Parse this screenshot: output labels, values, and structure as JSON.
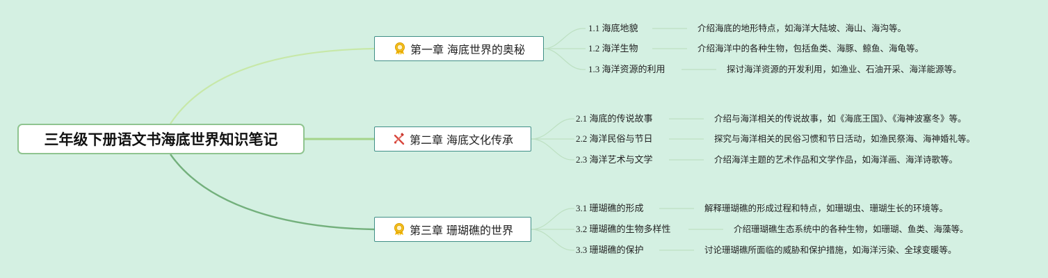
{
  "root": {
    "title": "三年级下册语文书海底世界知识笔记"
  },
  "chapters": [
    {
      "title": "第一章 海底世界的奥秘",
      "icon": "award-medal-icon",
      "sections": [
        {
          "title": "1.1 海底地貌",
          "desc": "介绍海底的地形特点，如海洋大陆坡、海山、海沟等。"
        },
        {
          "title": "1.2 海洋生物",
          "desc": "介绍海洋中的各种生物，包括鱼类、海豚、鲸鱼、海龟等。"
        },
        {
          "title": "1.3 海洋资源的利用",
          "desc": "探讨海洋资源的开发利用，如渔业、石油开采、海洋能源等。"
        }
      ]
    },
    {
      "title": "第二章 海底文化传承",
      "icon": "crossed-tools-icon",
      "sections": [
        {
          "title": "2.1 海底的传说故事",
          "desc": "介绍与海洋相关的传说故事，如《海底王国》、《海神波塞冬》等。"
        },
        {
          "title": "2.2 海洋民俗与节日",
          "desc": "探究与海洋相关的民俗习惯和节日活动，如渔民祭海、海神婚礼等。"
        },
        {
          "title": "2.3 海洋艺术与文学",
          "desc": "介绍海洋主题的艺术作品和文学作品，如海洋画、海洋诗歌等。"
        }
      ]
    },
    {
      "title": "第三章 珊瑚礁的世界",
      "icon": "award-medal-icon",
      "sections": [
        {
          "title": "3.1 珊瑚礁的形成",
          "desc": "解释珊瑚礁的形成过程和特点，如珊瑚虫、珊瑚生长的环境等。"
        },
        {
          "title": "3.2 珊瑚礁的生物多样性",
          "desc": "介绍珊瑚礁生态系统中的各种生物，如珊瑚、鱼类、海藻等。"
        },
        {
          "title": "3.3 珊瑚礁的保护",
          "desc": "讨论珊瑚礁所面临的威胁和保护措施，如海洋污染、全球变暖等。"
        }
      ]
    }
  ],
  "colors": {
    "background": "#d4f0e2",
    "root_border": "#8fc48f",
    "chapter_border": "#3f8e86",
    "branch_1": "#c7e8a8",
    "branch_2": "#a4d48a",
    "branch_3": "#73b07c",
    "leaf_line": "#bde0c2",
    "medal_icon": "#f0b400",
    "tools_icon": "#d9463c"
  }
}
